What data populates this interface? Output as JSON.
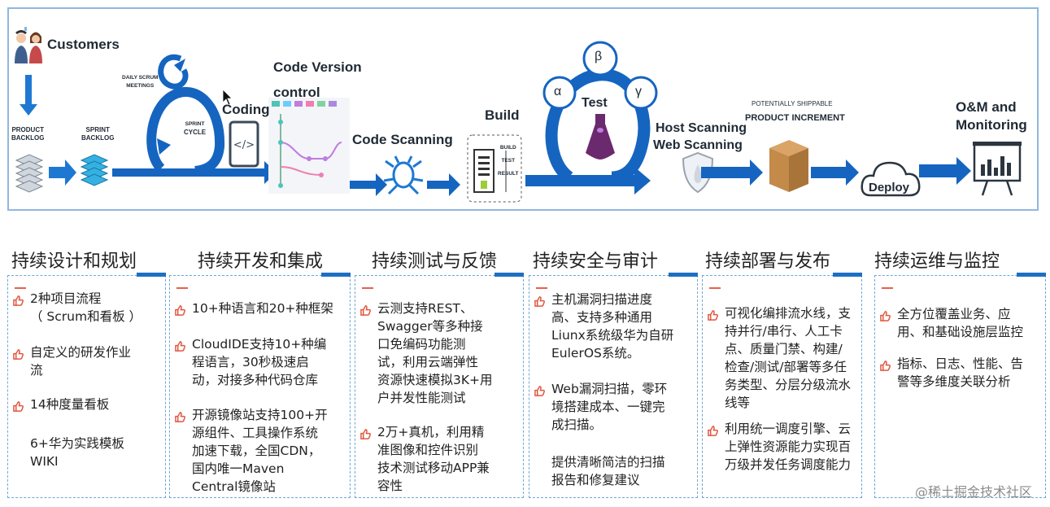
{
  "flow": {
    "customers": "Customers",
    "product_backlog": [
      "PRODUCT",
      "BACKLOG"
    ],
    "sprint_backlog": [
      "SPRINT",
      "BACKLOG"
    ],
    "daily_scrum": [
      "DAILY SCRUM",
      "MEETINGS"
    ],
    "sprint_cycle": [
      "SPRINT",
      "CYCLE"
    ],
    "coding": "Coding",
    "code_version": [
      "Code Version",
      "control"
    ],
    "code_scanning": "Code Scanning",
    "build": "Build",
    "build_box": [
      "BUILD",
      "TEST",
      "RESULT"
    ],
    "alpha": "α",
    "beta": "β",
    "gamma": "γ",
    "test": "Test",
    "host_scanning": "Host Scanning",
    "web_scanning": "Web Scanning",
    "potentially": "POTENTIALLY SHIPPABLE",
    "product_increment": "PRODUCT INCREMENT",
    "deploy": "Deploy",
    "om": [
      "O&M and",
      "Monitoring"
    ]
  },
  "columns": [
    {
      "title": "持续设计和规划",
      "items": [
        {
          "text": [
            "2种项目流程",
            "（ Scrum和看板 ）"
          ],
          "thumb": true
        },
        {
          "text": [
            "自定义的研发作业",
            "流"
          ],
          "thumb": true
        },
        {
          "text": [
            "14种度量看板"
          ],
          "thumb": true
        },
        {
          "text": [
            "6+华为实践模板",
            "WIKI"
          ],
          "thumb": false
        }
      ]
    },
    {
      "title": "持续开发和集成",
      "items": [
        {
          "text": [
            "10+种语言和20+种框架"
          ],
          "thumb": true
        },
        {
          "text": [
            "CloudIDE支持10+种编",
            "程语言，30秒极速启",
            "动，对接多种代码仓库"
          ],
          "thumb": true
        },
        {
          "text": [
            "开源镜像站支持100+开",
            "源组件、工具操作系统",
            "加速下载，全国CDN，",
            "国内唯一Maven",
            "Central镜像站"
          ],
          "thumb": true
        }
      ]
    },
    {
      "title": "持续测试与反馈",
      "items": [
        {
          "text": [
            "云测支持REST、",
            "Swagger等多种接",
            "口免编码功能测",
            "试，利用云端弹性",
            "资源快速模拟3K+用",
            "户并发性能测试"
          ],
          "thumb": true
        },
        {
          "text": [
            "2万+真机，利用精",
            "准图像和控件识别",
            "技术测试移动APP兼",
            "容性"
          ],
          "thumb": true
        }
      ]
    },
    {
      "title": "持续安全与审计",
      "items": [
        {
          "text": [
            "主机漏洞扫描进度",
            "高、支持多种通用",
            "Liunx系统级华为自研",
            "EulerOS系统。"
          ],
          "thumb": true
        },
        {
          "text": [
            "Web漏洞扫描，零环",
            "境搭建成本、一键完",
            "成扫描。"
          ],
          "thumb": true
        },
        {
          "text": [
            "提供清晰简洁的扫描",
            "报告和修复建议"
          ],
          "thumb": false
        }
      ]
    },
    {
      "title": "持续部署与发布",
      "items": [
        {
          "text": [
            "可视化编排流水线，支",
            "持并行/串行、人工卡",
            "点、质量门禁、构建/",
            "检查/测试/部署等多任",
            "务类型、分层分级流水",
            "线等"
          ],
          "thumb": true
        },
        {
          "text": [
            "利用统一调度引擎、云",
            "上弹性资源能力实现百",
            "万级并发任务调度能力"
          ],
          "thumb": true
        }
      ]
    },
    {
      "title": "持续运维与监控",
      "items": [
        {
          "text": [
            "全方位覆盖业务、应",
            "用、和基础设施层监控"
          ],
          "thumb": true
        },
        {
          "text": [
            "指标、日志、性能、告",
            "警等多维度关联分析"
          ],
          "thumb": true
        }
      ]
    }
  ],
  "watermark": "@稀土掘金技术社区"
}
